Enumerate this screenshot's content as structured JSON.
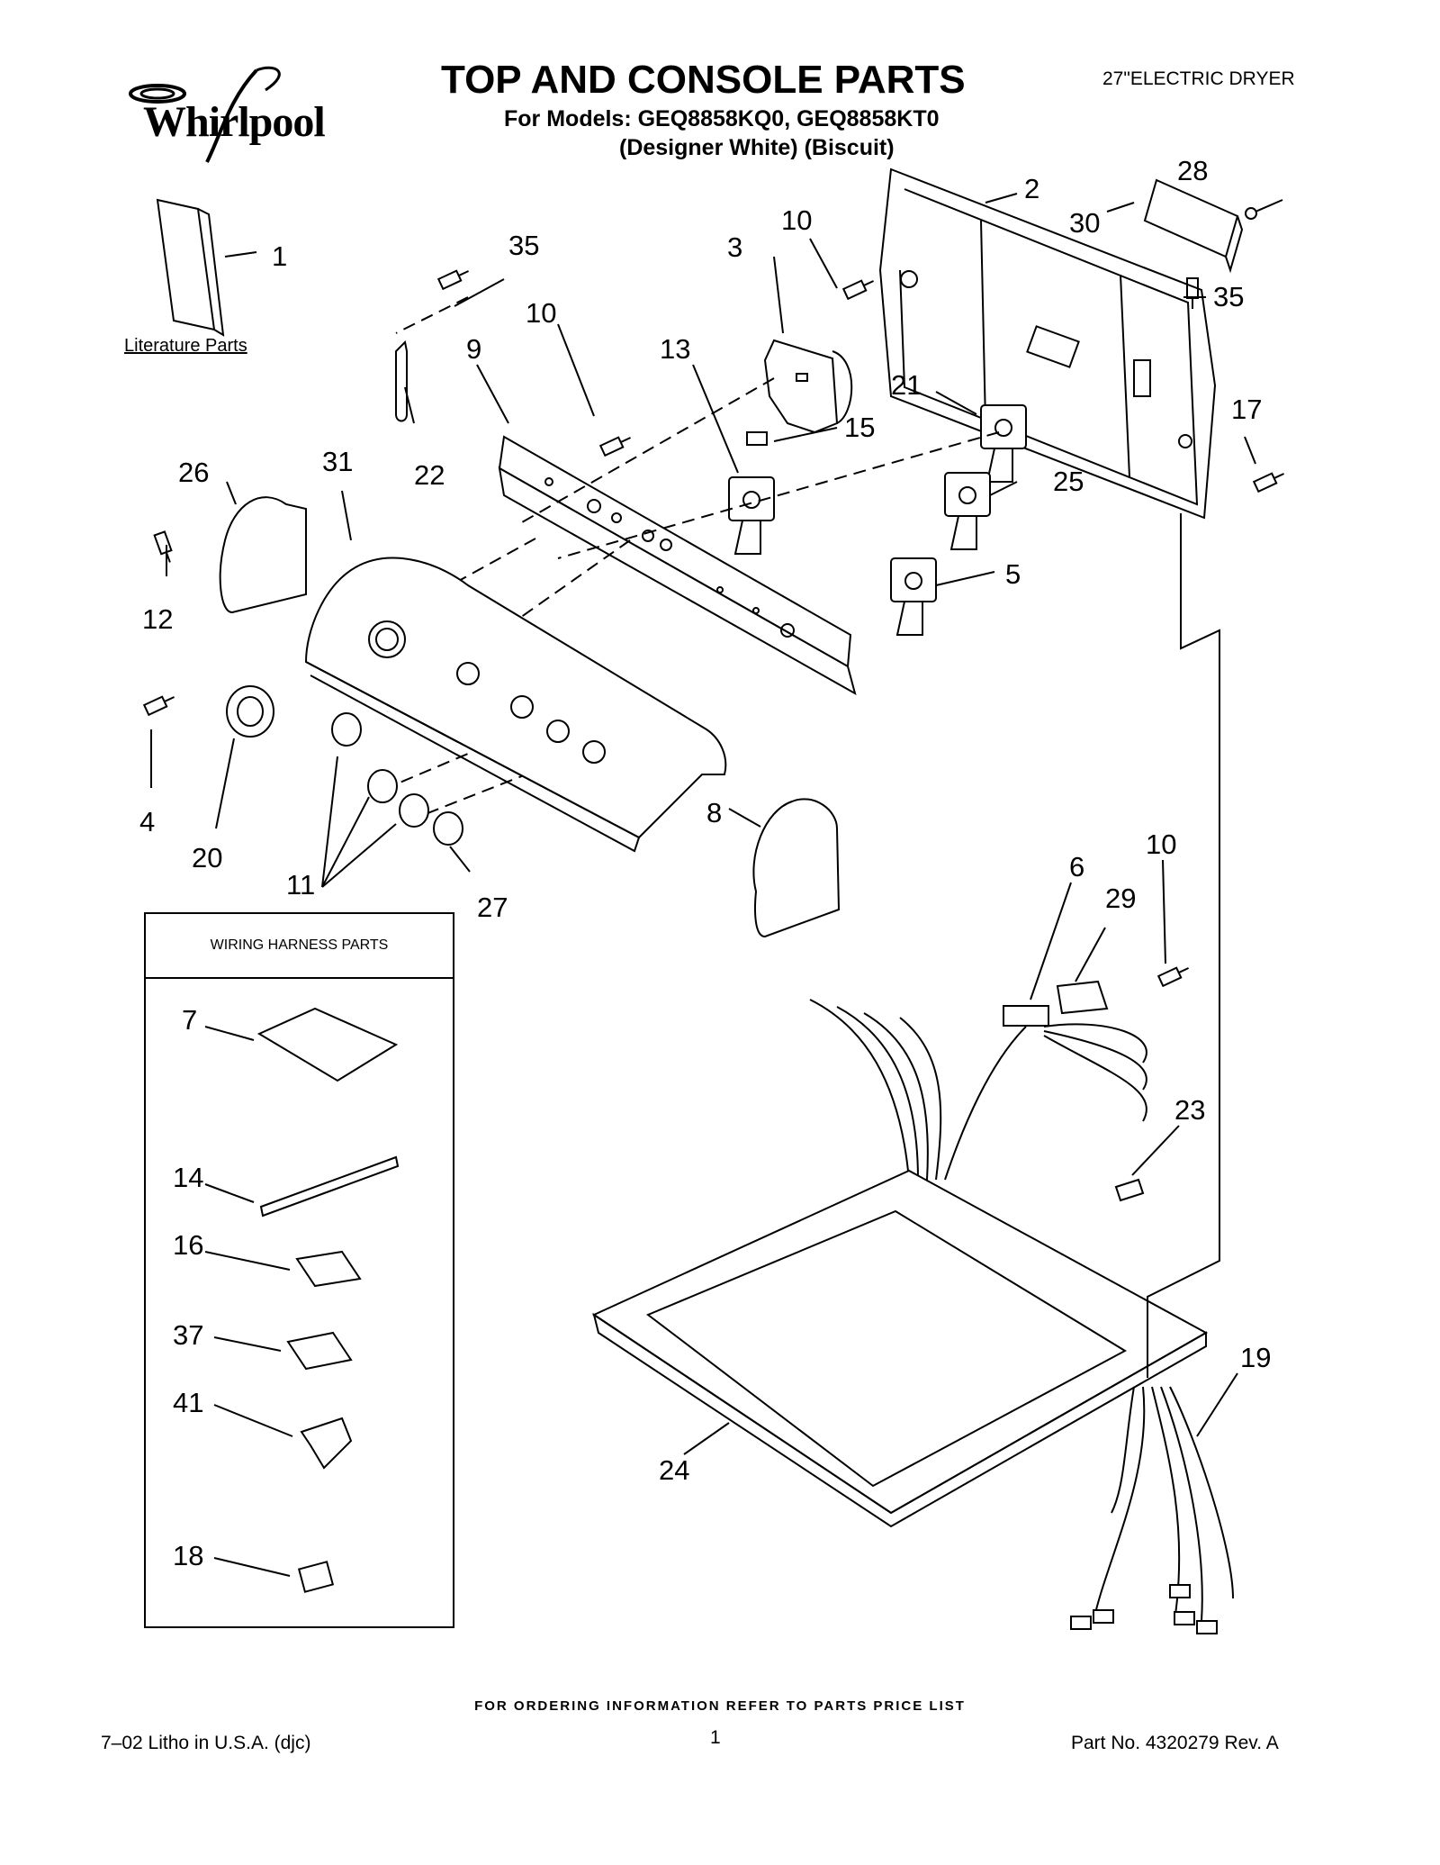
{
  "header": {
    "brand": "Whirlpool",
    "title": "TOP AND CONSOLE PARTS",
    "models": "For Models: GEQ8858KQ0, GEQ8858KT0",
    "variants": "(Designer White)   (Biscuit)",
    "product": "27\"ELECTRIC DRYER"
  },
  "literature": {
    "label": "Literature Parts"
  },
  "harness": {
    "header": "WIRING HARNESS PARTS"
  },
  "callouts": {
    "c1": "1",
    "c2": "2",
    "c3": "3",
    "c4": "4",
    "c5": "5",
    "c6": "6",
    "c7": "7",
    "c8": "8",
    "c9": "9",
    "c10a": "10",
    "c10b": "10",
    "c10c": "10",
    "c11": "11",
    "c12": "12",
    "c13": "13",
    "c14": "14",
    "c15": "15",
    "c16": "16",
    "c17": "17",
    "c18": "18",
    "c19": "19",
    "c20": "20",
    "c21": "21",
    "c22": "22",
    "c23": "23",
    "c24": "24",
    "c25": "25",
    "c26": "26",
    "c27": "27",
    "c28": "28",
    "c29": "29",
    "c30": "30",
    "c31": "31",
    "c35a": "35",
    "c35b": "35",
    "c37": "37",
    "c41": "41"
  },
  "footer": {
    "note": "FOR ORDERING INFORMATION REFER TO PARTS PRICE LIST",
    "litho": "7–02 Litho in U.S.A. (djc)",
    "page": "1",
    "part_no": "Part No. 4320279 Rev. A"
  }
}
